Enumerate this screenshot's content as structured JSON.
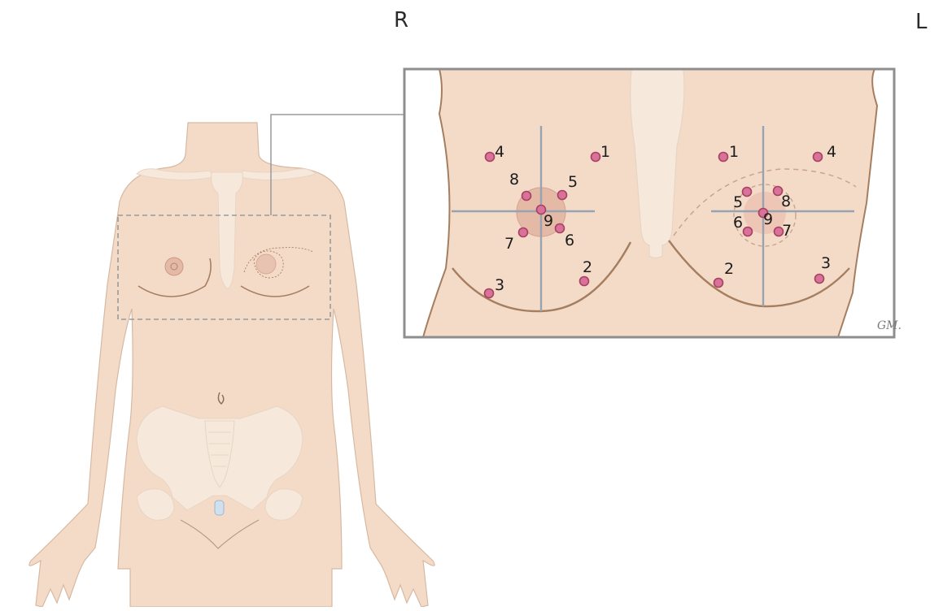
{
  "orientation": {
    "right_label": "R",
    "left_label": "L"
  },
  "inset": {
    "right_breast_points": [
      "1",
      "2",
      "3",
      "4",
      "5",
      "6",
      "7",
      "8",
      "9"
    ],
    "left_breast_points": [
      "1",
      "2",
      "3",
      "4",
      "5",
      "6",
      "7",
      "8",
      "9"
    ],
    "signature": "GM."
  },
  "colors": {
    "skin": "#f4dbc8",
    "skin_outline": "#a57e60",
    "bone": "#f7e8dc",
    "bone_outline": "#e8d4c2",
    "inset_frame": "#8e8e8e",
    "dashed_box": "#9a9a9a",
    "crosshair": "#97a3b0",
    "marker_fill": "#d8729a",
    "marker_stroke": "#a8405f",
    "areola": "#e4b9a6"
  }
}
